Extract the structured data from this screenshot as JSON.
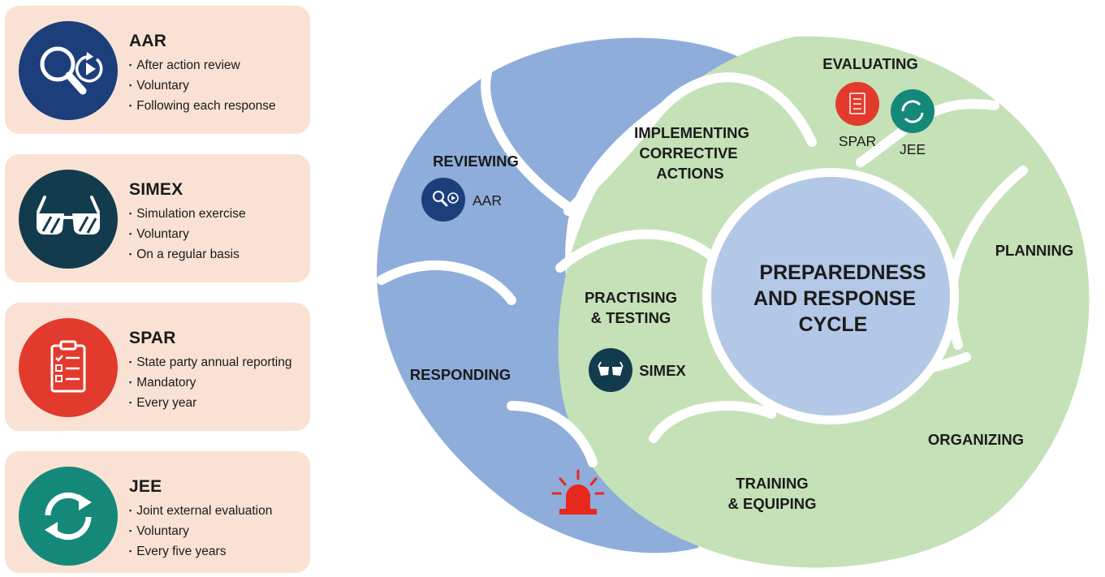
{
  "cards": [
    {
      "title": "AAR",
      "items": [
        "After action review",
        "Voluntary",
        "Following each response"
      ],
      "color": "#1c3f7c",
      "icon": "magnifier-replay-icon"
    },
    {
      "title": "SIMEX",
      "items": [
        "Simulation exercise",
        "Voluntary",
        "On a regular basis"
      ],
      "color": "#123c4d",
      "icon": "glasses-icon"
    },
    {
      "title": "SPAR",
      "items": [
        "State party annual reporting",
        "Mandatory",
        "Every year"
      ],
      "color": "#e23b2e",
      "icon": "clipboard-checklist-icon"
    },
    {
      "title": "JEE",
      "items": [
        "Joint external evaluation",
        "Voluntary",
        "Every five years"
      ],
      "color": "#14897a",
      "icon": "refresh-cycle-icon"
    }
  ],
  "cycle": {
    "center_lines": [
      "PREPAREDNESS",
      "AND RESPONSE",
      "CYCLE"
    ],
    "reviewing": "REVIEWING",
    "reviewing_tool": "AAR",
    "implementing_lines": [
      "IMPLEMENTING",
      "CORRECTIVE",
      "ACTIONS"
    ],
    "evaluating": "EVALUATING",
    "evaluating_tools": [
      "SPAR",
      "JEE"
    ],
    "planning": "PLANNING",
    "organizing": "ORGANIZING",
    "training_lines": [
      "TRAINING",
      "& EQUIPING"
    ],
    "practising_lines": [
      "PRACTISING",
      "& TESTING"
    ],
    "practising_tool": "SIMEX",
    "responding": "RESPONDING",
    "alarm_icon": "alarm-siren-icon"
  },
  "colors": {
    "card_bg": "#f9e2d4",
    "blue_segment": "#8eaddb",
    "green_segment": "#c5e1b7",
    "center_circle": "#b3c7e6",
    "alarm": "#e8281d"
  }
}
